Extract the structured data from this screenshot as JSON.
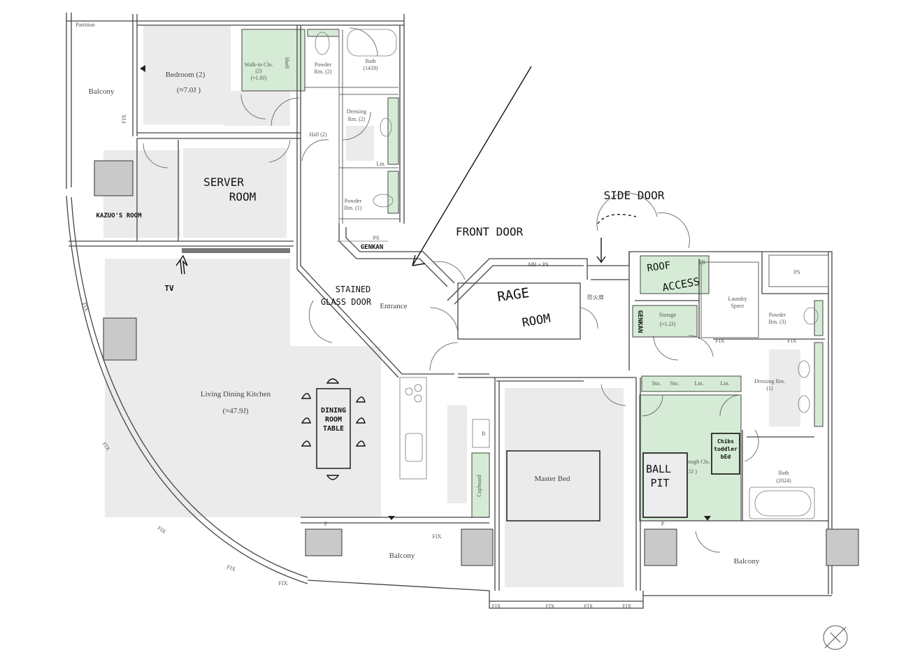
{
  "plan": {
    "partition": "Partition",
    "fix": "FIX",
    "balcony": "Balcony",
    "bedroom2": {
      "name": "Bedroom (2)",
      "area": "(≈7.0J )"
    },
    "walkin2": {
      "name": "Walk-in Clo.",
      "num": "(2)",
      "area": "(≈1.8J)"
    },
    "shelf": "Shelf",
    "powder2": {
      "name": "Powder",
      "num": "Rm. (2)"
    },
    "bath1418": {
      "name": "Bath",
      "num": "(1418)"
    },
    "dressing2": {
      "name": "Dressing",
      "num": "Rm. (2)"
    },
    "hall2": "Hall (2)",
    "lin": "Lin.",
    "sto": "Sto.",
    "powder1": {
      "name": "Powder",
      "num": "Rm. (1)"
    },
    "ps": "PS",
    "mbps": "MB・PS",
    "entrance": "Entrance",
    "fire_door": "防火扉",
    "tr": "TR",
    "laundry": {
      "name": "Laundry",
      "num": "Space"
    },
    "powder3": {
      "name": "Powder",
      "num": "Rm. (3)"
    },
    "storage": {
      "name": "Storage",
      "area": "(≈1.2J)"
    },
    "dressing1": {
      "name": "Dressing Rm.",
      "num": "(1)"
    },
    "ldk": {
      "name": "Living Dining Kitchen",
      "area": "(≈47.9J)"
    },
    "r": "R",
    "cupboard": "Cupboard",
    "master_bed": "Master Bed",
    "walkthrough": {
      "name": "ough Clo.",
      "area": ".5J )"
    },
    "bath2024": {
      "name": "Bath",
      "num": "(2024)"
    },
    "p": "P"
  },
  "annotations": {
    "server_room": [
      "SERVER",
      "ROOM"
    ],
    "kazuo_room": "KAZUO'S ROOM",
    "genkan": "GENKAN",
    "tv": "TV",
    "stained_glass_door": [
      "STAINED",
      "GLASS DOOR"
    ],
    "front_door": "FRONT DOOR",
    "side_door": "SIDE DOOR",
    "rage_room": [
      "RAGE",
      "ROOM"
    ],
    "roof_access": [
      "ROOF",
      "ACCESS"
    ],
    "dining_table": [
      "DINING",
      "ROOM",
      "TABLE"
    ],
    "ball_pit": [
      "BALL",
      "PIT"
    ],
    "toddler_bed": [
      "Chibs",
      "toddler",
      "bEd"
    ]
  }
}
